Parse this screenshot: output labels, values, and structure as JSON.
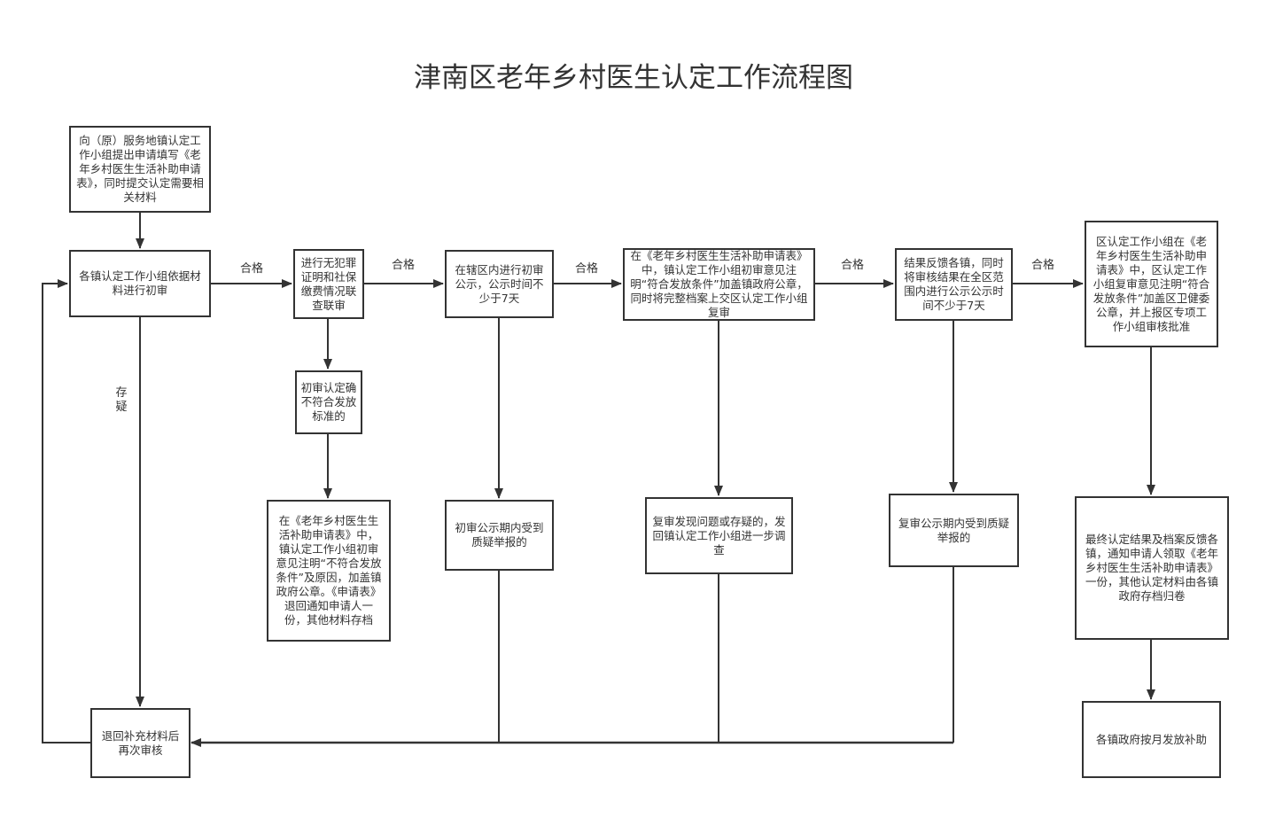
{
  "title": "津南区老年乡村医生认定工作流程图",
  "colors": {
    "stroke": "#333333",
    "background": "#ffffff",
    "text": "#333333"
  },
  "nodes": {
    "apply": "向（原）服务地镇认定工作小组提出申请填写《老年乡村医生生活补助申请表》，同时提交认定需要相关材料",
    "town_initial_review": "各镇认定工作小组依据材料进行初审",
    "joint_check": "进行无犯罪证明和社保缴费情况联查联审",
    "not_qualified": "初审认定确不符合发放标准的",
    "reject_note": "在《老年乡村医生生活补助申请表》中，镇认定工作小组初审意见注明“不符合发放条件”及原因，加盖镇政府公章。《申请表》退回通知申请人一份，其他材料存档",
    "town_publicity": "在辖区内进行初审公示，公示时间不少于7天",
    "publicity_complaint": "初审公示期内受到质疑举报的",
    "town_stamp": "在《老年乡村医生生活补助申请表》中，镇认定工作小组初审意见注明“符合发放条件”加盖镇政府公章，同时将完整档案上交区认定工作小组复审",
    "review_issue": "复审发现问题或存疑的，发回镇认定工作小组进一步调查",
    "district_publicity": "结果反馈各镇，同时将审核结果在全区范围内进行公示公示时间不少于7天",
    "review_complaint": "复审公示期内受到质疑举报的",
    "district_approve": "区认定工作小组在《老年乡村医生生活补助申请表》中，区认定工作小组复审意见注明“符合发放条件”加盖区卫健委公章，并上报区专项工作小组审核批准",
    "final_feedback": "最终认定结果及档案反馈各镇，通知申请人领取《老年乡村医生生活补助申请表》一份，其他认定材料由各镇政府存档归卷",
    "resubmit": "退回补充材料后再次审核",
    "monthly_payment": "各镇政府按月发放补助"
  },
  "edge_labels": {
    "pass_1": "合格",
    "pass_2": "合格",
    "pass_3": "合格",
    "pass_4": "合格",
    "pass_5": "合格",
    "doubt": "存疑"
  }
}
